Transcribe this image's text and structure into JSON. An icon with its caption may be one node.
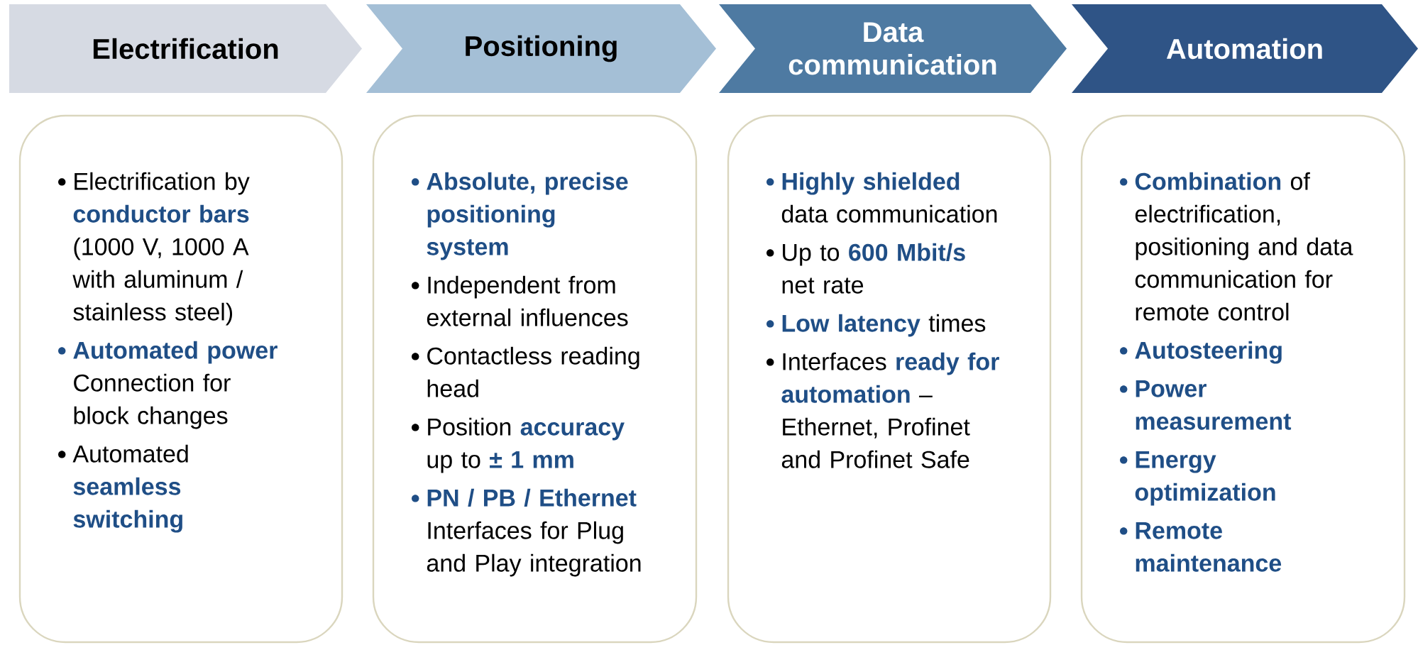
{
  "diagram": {
    "nodes": [
      {
        "text": [
          "Electrification"
        ]
      },
      {
        "text": [
          "Positioning"
        ]
      },
      {
        "text": [
          "Data communication"
        ]
      },
      {
        "text": [
          "Automation"
        ]
      },
      {
        "text": [
          "Electrification by **conductor bars** (1000 V, 1000 A with aluminum / stainless steel)",
          "**Automated power** Connection for block changes",
          "Automated **seamless switching**"
        ]
      },
      {
        "text": [
          "**Absolute, precise positioning system**",
          "Independent from external influences",
          "Contactless reading head",
          "Position **accuracy** up to **± 1 mm**",
          "**PN / PB / Ethernet** Interfaces for Plug and Play integration"
        ]
      },
      {
        "text": [
          "**Highly shielded** data communication",
          "Up to **600 Mbit/s** net rate",
          "**Low latency** times",
          "Interfaces **ready for automation** – Ethernet, Profinet and Profinet Safe"
        ]
      },
      {
        "text": [
          "**Combination** of electrification, positioning and data communication for remote control",
          "**Autosteering**",
          "**Power measurement**",
          "**Energy optimization**",
          "**Remote maintenance**"
        ]
      }
    ]
  }
}
